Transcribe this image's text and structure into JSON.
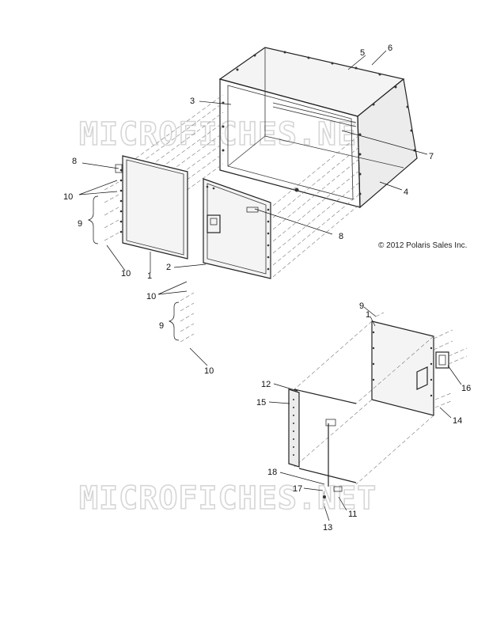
{
  "copyright": "© 2012 Polaris Sales Inc.",
  "watermark": "MICROFICHES.NET",
  "callouts": [
    {
      "id": "c5",
      "text": "5"
    },
    {
      "id": "c6",
      "text": "6"
    },
    {
      "id": "c3",
      "text": "3"
    },
    {
      "id": "c7",
      "text": "7"
    },
    {
      "id": "c4",
      "text": "4"
    },
    {
      "id": "c8a",
      "text": "8"
    },
    {
      "id": "c8b",
      "text": "8"
    },
    {
      "id": "c10a",
      "text": "10"
    },
    {
      "id": "c9a",
      "text": "9"
    },
    {
      "id": "c10b",
      "text": "10"
    },
    {
      "id": "c1a",
      "text": "1"
    },
    {
      "id": "c2",
      "text": "2"
    },
    {
      "id": "c10c",
      "text": "10"
    },
    {
      "id": "c9b",
      "text": "9"
    },
    {
      "id": "c10d",
      "text": "10"
    },
    {
      "id": "c9c",
      "text": "9"
    },
    {
      "id": "c1b",
      "text": "1"
    },
    {
      "id": "c16",
      "text": "16"
    },
    {
      "id": "c12",
      "text": "12"
    },
    {
      "id": "c15",
      "text": "15"
    },
    {
      "id": "c14",
      "text": "14"
    },
    {
      "id": "c18",
      "text": "18"
    },
    {
      "id": "c17",
      "text": "17"
    },
    {
      "id": "c11",
      "text": "11"
    },
    {
      "id": "c13",
      "text": "13"
    }
  ]
}
